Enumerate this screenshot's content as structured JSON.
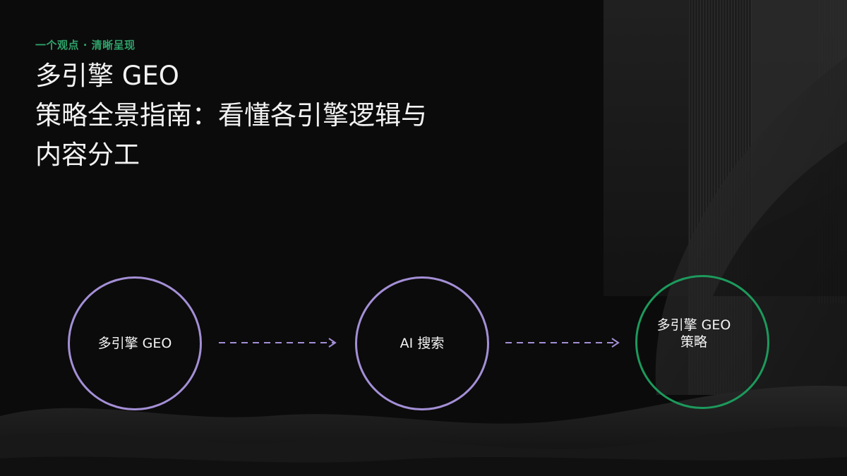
{
  "eyebrow": "一个观点 · 清晰呈现",
  "title_lines": [
    "多引擎 GEO",
    "策略全景指南：看懂各引擎逻辑与",
    "内容分工"
  ],
  "flow": {
    "nodes": [
      {
        "label": "多引擎 GEO",
        "color": "#a48fd6"
      },
      {
        "label": "AI 搜索",
        "color": "#a48fd6"
      },
      {
        "label": "多引擎 GEO\n策略",
        "color": "#1c9a5c"
      }
    ],
    "connector_color": "#a48fd6"
  },
  "theme": {
    "background": "#0b0b0b",
    "accent": "#2fa36a",
    "text": "#f2f2f2"
  }
}
